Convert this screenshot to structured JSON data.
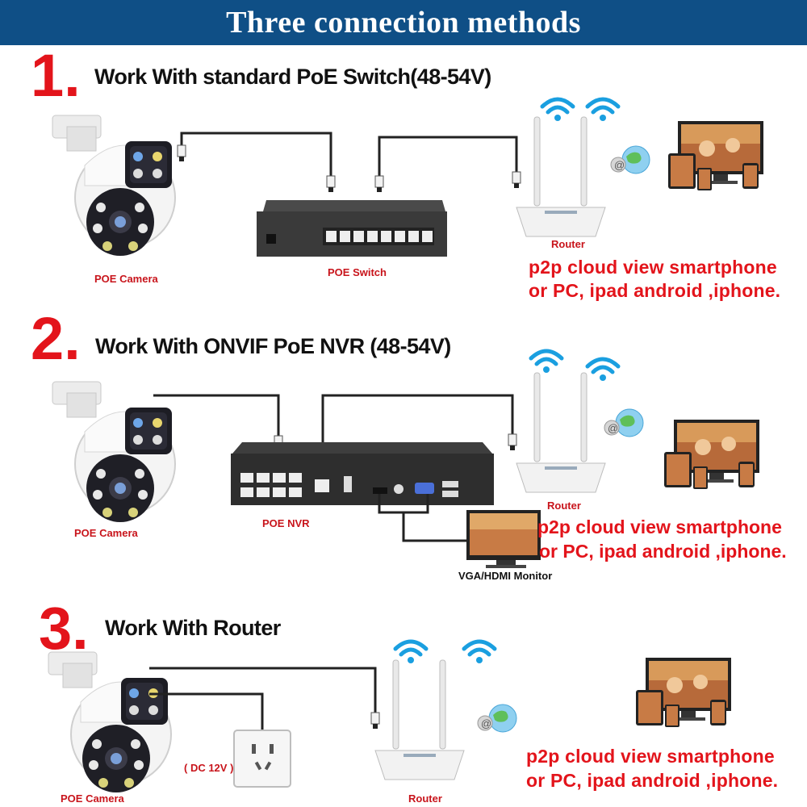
{
  "banner": {
    "title": "Three connection methods"
  },
  "section1": {
    "number": "1.",
    "heading": "Work With standard PoE Switch(48-54V)",
    "camera_label": "POE Camera",
    "switch_label": "POE Switch",
    "router_label": "Router",
    "cloud_line1": "p2p cloud  view smartphone",
    "cloud_line2": "or PC, ipad android ,iphone."
  },
  "section2": {
    "number": "2.",
    "heading": "Work With ONVIF PoE NVR (48-54V)",
    "camera_label": "POE Camera",
    "nvr_label": "POE NVR",
    "router_label": "Router",
    "monitor_label": "VGA/HDMI Monitor",
    "cloud_line1": "p2p cloud view smartphone",
    "cloud_line2": "or PC, ipad android ,iphone."
  },
  "section3": {
    "number": "3.",
    "heading": "Work With Router",
    "camera_label": "POE Camera",
    "power_label": "( DC 12V )",
    "router_label": "Router",
    "cloud_line1": "p2p cloud view smartphone",
    "cloud_line2": "or PC, ipad android ,iphone."
  },
  "colors": {
    "banner": "#0f4f86",
    "accent_red": "#e3141b",
    "wifi_blue": "#1a9fe0"
  }
}
